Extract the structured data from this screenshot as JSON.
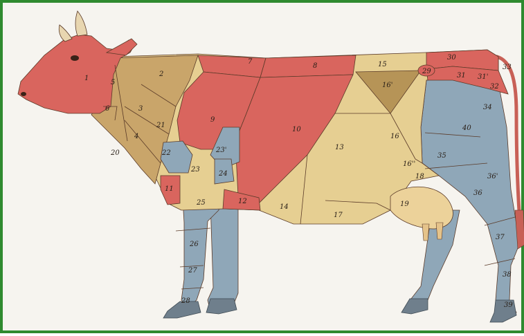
{
  "colors": {
    "frame": "#2f8a2f",
    "background": "#f6f4ef",
    "red_region": "#d9655e",
    "yellow_region": "#e6cf92",
    "tan_region": "#c9a56a",
    "blue_region": "#8fa7b8",
    "hoof": "#6f7f8c",
    "outline": "#5a3a28"
  },
  "region_labels": [
    "1",
    "2",
    "3",
    "4",
    "5",
    "6",
    "7",
    "8",
    "9",
    "10",
    "11",
    "12",
    "13",
    "14",
    "15",
    "16",
    "16'",
    "16''",
    "17",
    "18",
    "19",
    "20",
    "21",
    "22",
    "23",
    "23'",
    "24",
    "25",
    "26",
    "27",
    "28",
    "29",
    "30",
    "31",
    "31'",
    "32",
    "33",
    "34",
    "35",
    "36",
    "36'",
    "37",
    "38",
    "39",
    "40"
  ]
}
